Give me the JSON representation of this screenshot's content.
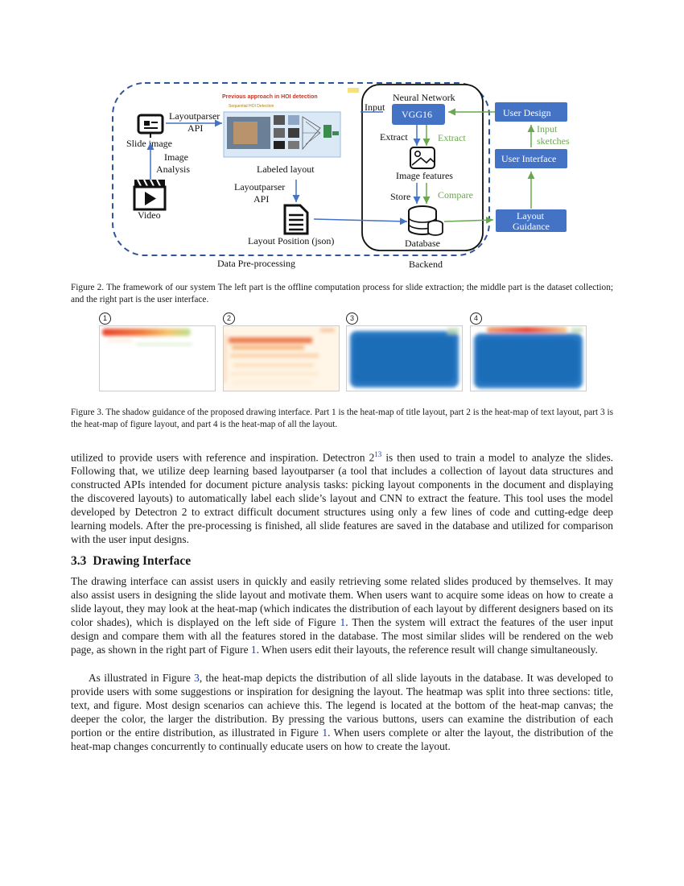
{
  "figure2": {
    "panel_red_title": "Previous approach in HOI detection",
    "panel_small_label": "Sequential HOI Detection",
    "neural_network": "Neural Network",
    "input": "Input",
    "vgg16": "VGG16",
    "extract_black": "Extract",
    "extract_green": "Extract",
    "image_features": "Image features",
    "store": "Store",
    "compare": "Compare",
    "database": "Database",
    "backend": "Backend",
    "user_design": "User Design",
    "input_sketches_1": "Input",
    "input_sketches_2": "sketches",
    "user_interface": "User Interface",
    "layout_guidance_1": "Layout",
    "layout_guidance_2": "Guidance",
    "layoutparser_api_top_1": "Layoutparser",
    "layoutparser_api_top_2": "API",
    "slide_image": "Slide image",
    "image_analysis_1": "Image",
    "image_analysis_2": "Analysis",
    "video": "Video",
    "labeled_layout": "Labeled layout",
    "layoutparser_api_mid_1": "Layoutparser",
    "layoutparser_api_mid_2": "API",
    "layout_position": "Layout Position (json)",
    "data_preprocessing": "Data Pre-processing",
    "colors": {
      "box_blue": "#4472c4",
      "arrow_green": "#6aa84f",
      "dash_blue": "#2f5597",
      "arrow_blue": "#4472c4"
    },
    "icons": [
      "slide-image-icon",
      "video-clapper-icon",
      "document-json-icon",
      "image-features-icon",
      "database-icon"
    ]
  },
  "figure2_caption": "Figure 2.   The framework of our system The left part is the offline computation process for slide extraction; the middle part is the dataset collection; and the right part is the user interface.",
  "figure3": {
    "panel_numbers": [
      "1",
      "2",
      "3",
      "4"
    ],
    "colors": {
      "heat_red": "#e8412a",
      "heat_orange": "#f4a25c",
      "heat_blue": "#2a79c4",
      "heat_green": "#a8d88a"
    }
  },
  "figure3_caption": "Figure 3.   The shadow guidance of the proposed drawing interface. Part 1 is the heat-map of title layout, part 2 is the heat-map of text layout, part 3 is the heat-map of figure layout, and part 4 is the heat-map of all the layout.",
  "para1": {
    "a": "utilized to provide users with reference and inspiration. Detectron 2",
    "sup": "13",
    "b": " is then used to train a model to analyze the slides. Following that, we utilize deep learning based layoutparser (a tool that includes a collection of layout data structures and constructed APIs intended for document picture analysis tasks: picking layout components in the document and displaying the discovered layouts) to automatically label each slide’s layout and CNN to extract the feature. This tool uses the model developed by Detectron 2 to extract difficult document structures using only a few lines of code and cutting-edge deep learning models. After the pre-processing is finished, all slide features are saved in the database and utilized for comparison with the user input designs."
  },
  "section": {
    "number": "3.3",
    "title": "Drawing Interface"
  },
  "para2": {
    "a": "The drawing interface can assist users in quickly and easily retrieving some related slides produced by themselves. It may also assist users in designing the slide layout and motivate them. When users want to acquire some ideas on how to create a slide layout, they may look at the heat-map (which indicates the distribution of each layout by different designers based on its color shades), which is displayed on the left side of Figure ",
    "ref1": "1",
    "b": ". Then the system will extract the features of the user input design and compare them with all the features stored in the database. The most similar slides will be rendered on the web page, as shown in the right part of Figure ",
    "ref2": "1",
    "c": ". When users edit their layouts, the reference result will change simultaneously."
  },
  "para3": {
    "a": "As illustrated in Figure ",
    "ref1": "3",
    "b": ", the heat-map depicts the distribution of all slide layouts in the database. It was developed to provide users with some suggestions or inspiration for designing the layout. The heatmap was split into three sections: title, text, and figure. Most design scenarios can achieve this. The legend is located at the bottom of the heat-map canvas; the deeper the color, the larger the distribution. By pressing the various buttons, users can examine the distribution of each portion or the entire distribution, as illustrated in Figure ",
    "ref2": "1",
    "c": ". When users complete or alter the layout, the distribution of the heat-map changes concurrently to continually educate users on how to create the layout."
  }
}
